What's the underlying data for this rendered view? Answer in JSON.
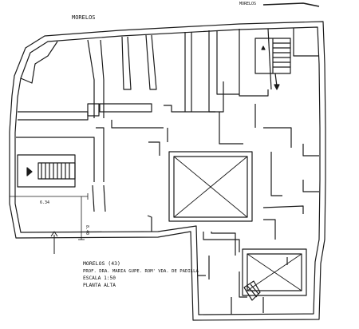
{
  "drawing": {
    "street_top": "MORELOS",
    "street_top_edge": "MORELOS",
    "dimension_horizontal": "6.34",
    "dimension_vertical": "8.40",
    "title_block": {
      "line1": "MORELOS (43)",
      "line2": "PROF. DRA. MARIA GUPE. ROM' VDA. DE PADILLA",
      "line3": "ESCALA 1:50",
      "line4": "PLANTA ALTA"
    }
  },
  "colors": {
    "ink": "#1a1a1a",
    "paper": "#ffffff"
  }
}
